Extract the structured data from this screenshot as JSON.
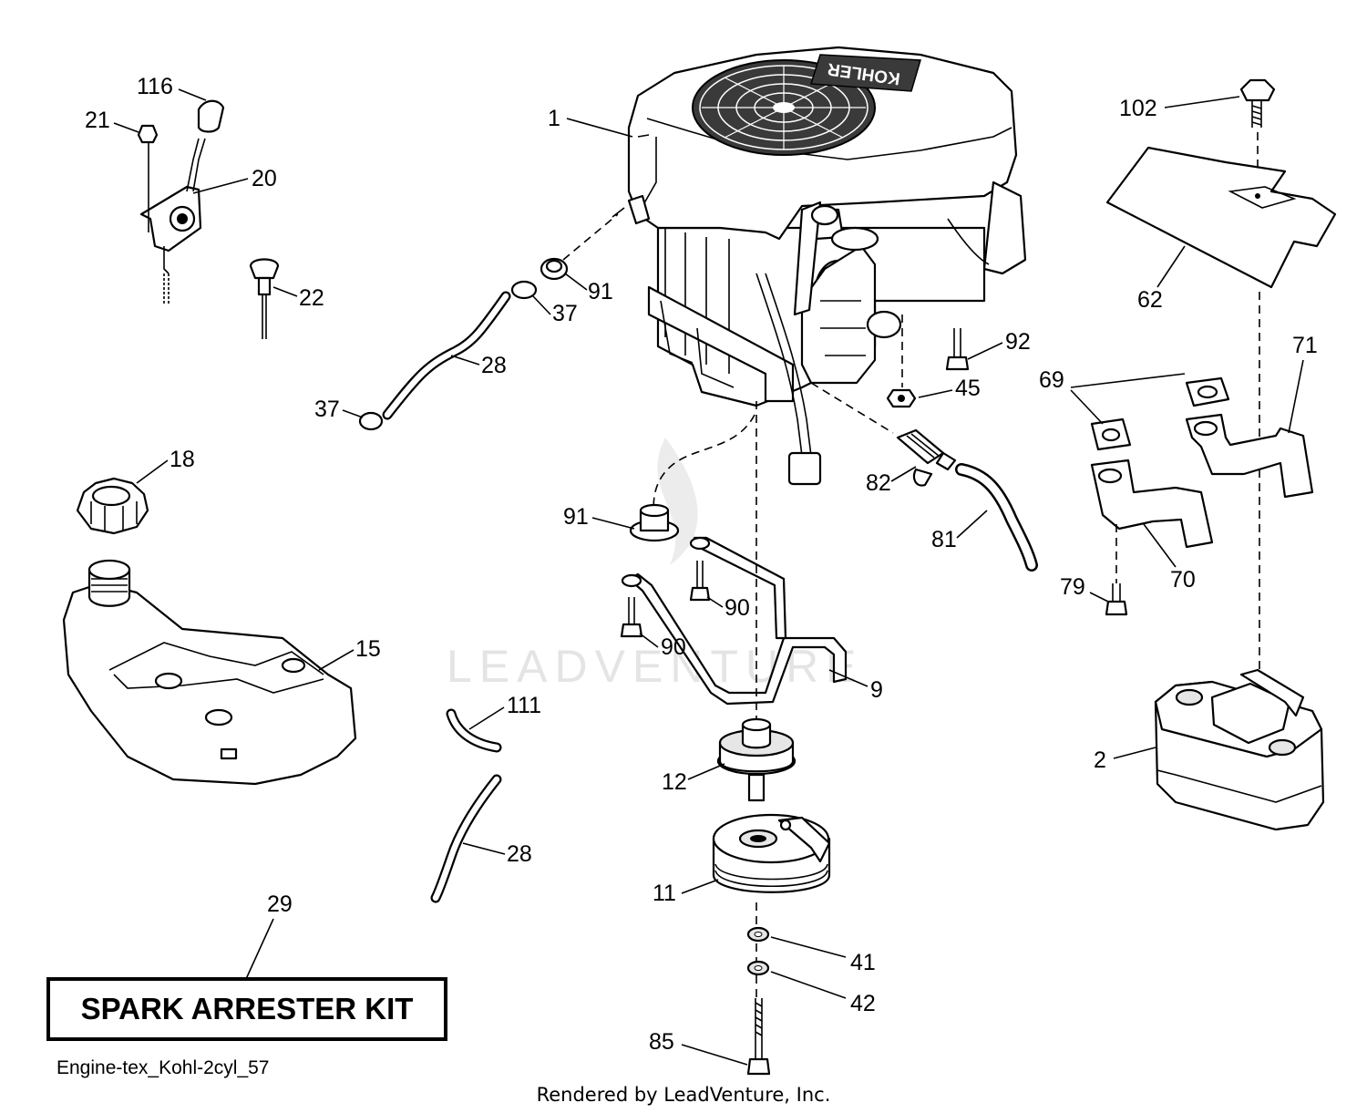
{
  "diagram": {
    "callouts": {
      "c1": "1",
      "c2": "2",
      "c9": "9",
      "c11": "11",
      "c12": "12",
      "c15": "15",
      "c18": "18",
      "c20": "20",
      "c21": "21",
      "c22": "22",
      "c28a": "28",
      "c28b": "28",
      "c29": "29",
      "c37a": "37",
      "c37b": "37",
      "c41": "41",
      "c42": "42",
      "c45": "45",
      "c62": "62",
      "c69": "69",
      "c70": "70",
      "c71": "71",
      "c79": "79",
      "c81": "81",
      "c82": "82",
      "c85": "85",
      "c90a": "90",
      "c90b": "90",
      "c91a": "91",
      "c91b": "91",
      "c92": "92",
      "c102": "102",
      "c111": "111",
      "c116": "116"
    },
    "kit_label": "SPARK ARRESTER KIT",
    "diagram_name": "Engine-tex_Kohl-2cyl_57",
    "credit": "Rendered by LeadVenture, Inc.",
    "watermark": "LEADVENTURE",
    "engine_brand": "KOHLER"
  }
}
